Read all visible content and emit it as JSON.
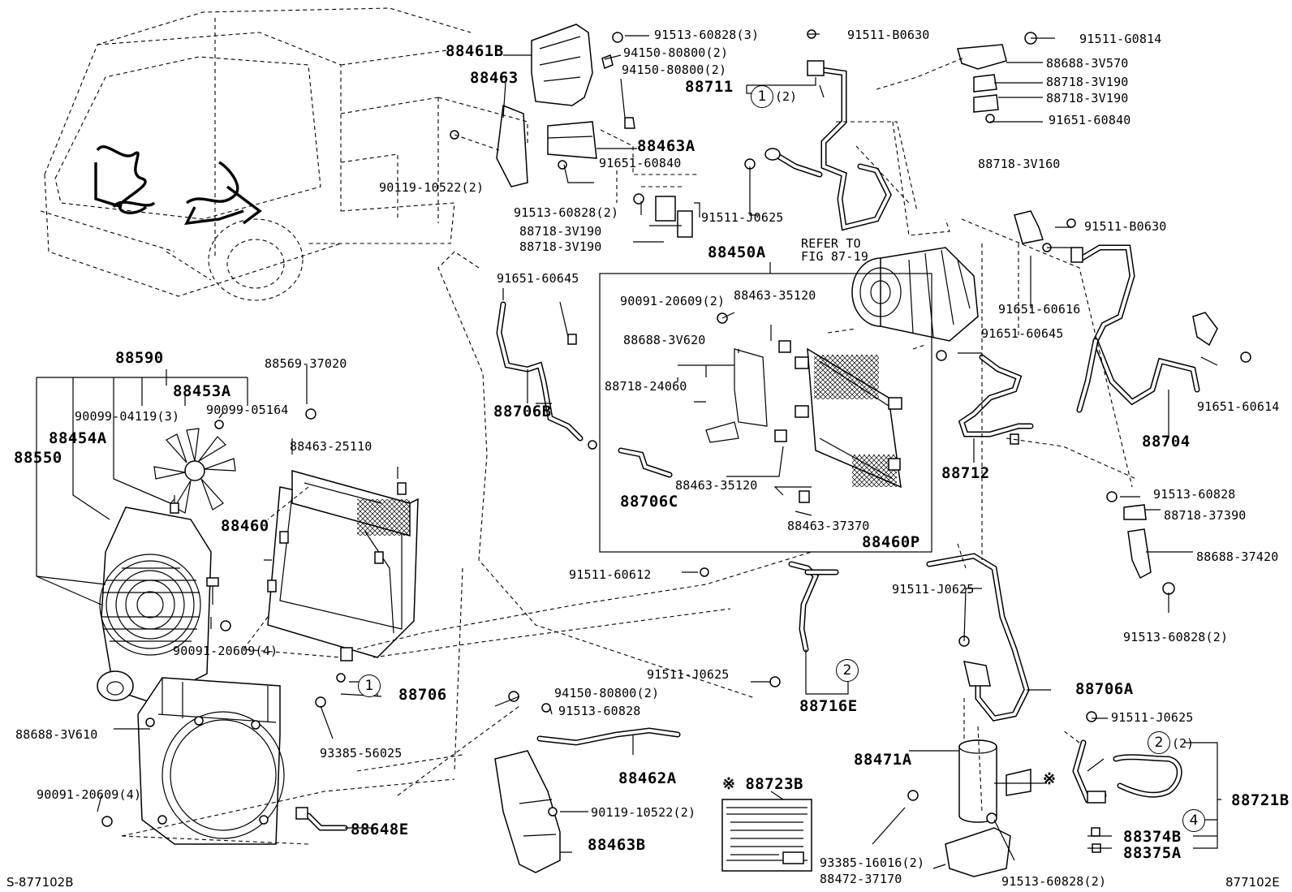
{
  "refer_note": [
    "REFER TO",
    "FIG 87-19"
  ],
  "footer": {
    "left_code": "S-877102B",
    "right_code": "877102E"
  },
  "labels": {
    "p88461B": "88461B",
    "p88463": "88463",
    "p88711": "88711",
    "p88463A": "88463A",
    "p88450A": "88450A",
    "p88590": "88590",
    "p88453A": "88453A",
    "p88454A": "88454A",
    "p88550": "88550",
    "p88460": "88460",
    "p88706B": "88706B",
    "p88706C": "88706C",
    "p88460P": "88460P",
    "p88712": "88712",
    "p88704": "88704",
    "p88706": "88706",
    "p88716E": "88716E",
    "p88706A": "88706A",
    "p88471A": "88471A",
    "p88721B": "88721B",
    "p88374B": "88374B",
    "p88375A": "88375A",
    "p88462A": "88462A",
    "p88463B": "88463B",
    "p88648E": "88648E",
    "p88723B": "※ 88723B",
    "b91513_60828_3": "91513-60828(3)",
    "b94150_80800_2a": "94150-80800(2)",
    "b94150_80800_2b": "94150-80800(2)",
    "b91511_B0630a": "91511-B0630",
    "b91511_G0814": "91511-G0814",
    "b88688_3V570": "88688-3V570",
    "b88718_3V190a": "88718-3V190",
    "b88718_3V190b": "88718-3V190",
    "b91651_60840a": "91651-60840",
    "b91651_60840b": "91651-60840",
    "b90119_10522_2a": "90119-10522(2)",
    "b91513_60828_2a": "91513-60828(2)",
    "b88718_3V190c": "88718-3V190",
    "b88718_3V190d": "88718-3V190",
    "b91511_J0625a": "91511-J0625",
    "b88718_3V160": "88718-3V160",
    "b91511_B0630b": "91511-B0630",
    "b91651_60616": "91651-60616",
    "b91651_60645a": "91651-60645",
    "b91651_60645b": "91651-60645",
    "b91651_60614": "91651-60614",
    "b90091_20609_2": "90091-20609(2)",
    "b88463_35120a": "88463-35120",
    "b88688_3V620": "88688-3V620",
    "b88718_24060": "88718-24060",
    "b88463_35120b": "88463-35120",
    "b88463_37370": "88463-37370",
    "b88569_37020": "88569-37020",
    "b90099_04119_3": "90099-04119(3)",
    "b90099_05164": "90099-05164",
    "b88463_25110": "88463-25110",
    "b90091_20609_4a": "90091-20609(4)",
    "b91513_60828a": "91513-60828",
    "b88718_37390": "88718-37390",
    "b88688_37420": "88688-37420",
    "b91513_60828_2b": "91513-60828(2)",
    "b91511_60612": "91511-60612",
    "b91511_J0625b": "91511-J0625",
    "b91511_J0625c": "91511-J0625",
    "b91511_J0625d": "91511-J0625",
    "b93385_56025": "93385-56025",
    "b94150_80800_2c": "94150-80800(2)",
    "b91513_60828b": "91513-60828",
    "b88688_3V610": "88688-3V610",
    "b90091_20609_4b": "90091-20609(4)",
    "b90119_10522_2b": "90119-10522(2)",
    "b93385_16016_2": "93385-16016(2)",
    "b88472_37170": "88472-37170",
    "b91513_60828_2c": "91513-60828(2)",
    "asterisk": "※"
  },
  "callouts": {
    "one": "1",
    "two": "2",
    "four": "4",
    "qty2": "(2)"
  }
}
